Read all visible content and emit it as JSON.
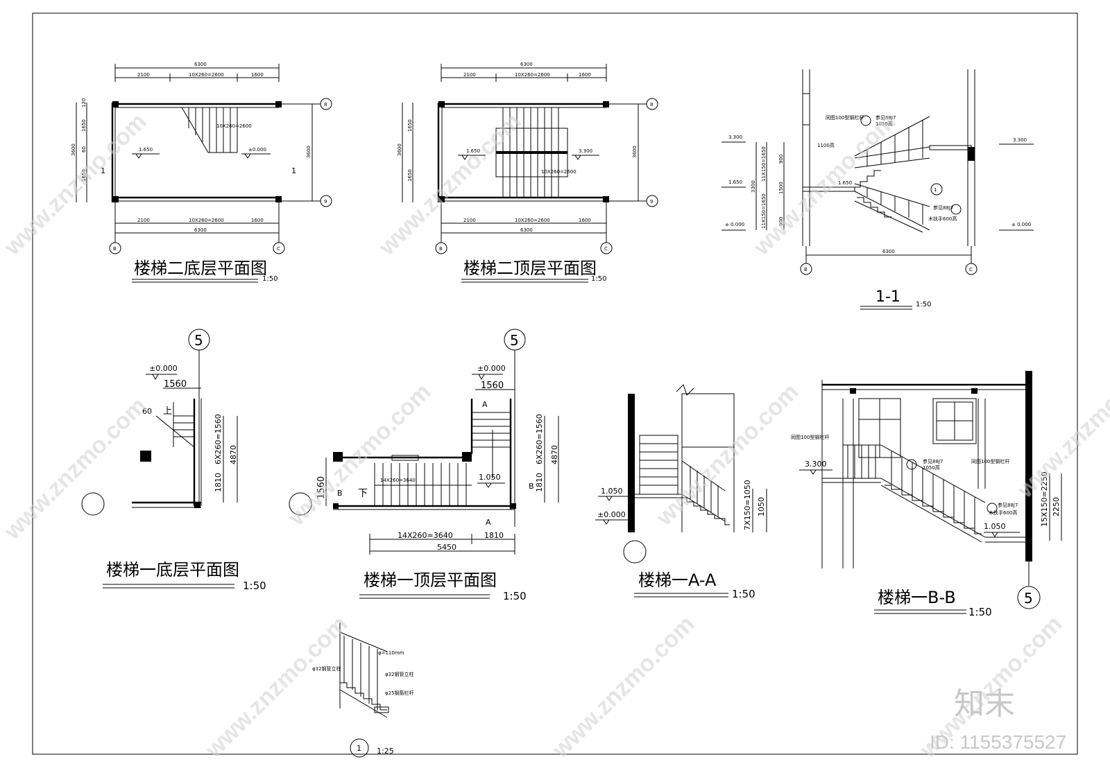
{
  "drawing": {
    "views": [
      {
        "title": "楼梯二底层平面图",
        "scale": "1:50"
      },
      {
        "title": "楼梯二顶层平面图",
        "scale": "1:50"
      },
      {
        "title": "1-1",
        "scale": "1:50"
      },
      {
        "title": "楼梯一底层平面图",
        "scale": "1:50"
      },
      {
        "title": "楼梯一顶层平面图",
        "scale": "1:50"
      },
      {
        "title": "楼梯一A-A",
        "scale": "1:50"
      },
      {
        "title": "楼梯一B-B",
        "scale": "1:50"
      },
      {
        "title": "1",
        "scale": "1:25"
      }
    ],
    "dims": {
      "total": "6300",
      "a": "2100",
      "b": "10X260=2600",
      "c": "1600",
      "h": "3600",
      "h1": "1650",
      "h2": "1650",
      "w120": "120",
      "w60": "60",
      "s1650": "1.650",
      "s0": "±0.000",
      "s3300": "3.300",
      "run": "10X260=2600",
      "sec_3300": "3.300",
      "sec_1650": "1.650",
      "sec_0": "± 0.000",
      "sec_total": "3300",
      "sec_h1": "11X150=1650",
      "sec_h2": "11X150=1650",
      "sec_900": "900",
      "sec_1500": "1500",
      "rail_note": "同图100型钢栏杆",
      "rail_h": "1050高",
      "hand_note": "参见88J7",
      "hand_h": "1100高",
      "sill_note": "木扶手600高",
      "d1560": "1560",
      "d60": "60",
      "up": "上",
      "down": "下",
      "d6x260": "6X260=1560",
      "d1810": "1810",
      "d4870": "4870",
      "d14x260": "14X260=3640",
      "d5450": "5450",
      "d1050": "1.050",
      "aa_1050": "1.050",
      "aa_0": "±0.000",
      "aa_7x150": "7X150=1050",
      "aa_1050b": "1050",
      "bb_3300": "3.300",
      "bb_1050": "1.050",
      "bb_15x150": "15X150=2250",
      "bb_2250": "2250",
      "det1": "φ=110mm",
      "det2": "φ32钢管立柱",
      "det3": "φ32钢管立柱",
      "det4": "φ25钢筋栏杆"
    },
    "axes": {
      "B": "B",
      "C": "C",
      "n8": "8",
      "n9": "9",
      "n5": "5",
      "cut": "1",
      "A": "A",
      "Bm": "B"
    }
  },
  "watermark": {
    "site": "www.znzmo.com",
    "brand": "知末",
    "id": "ID: 1155375527"
  }
}
